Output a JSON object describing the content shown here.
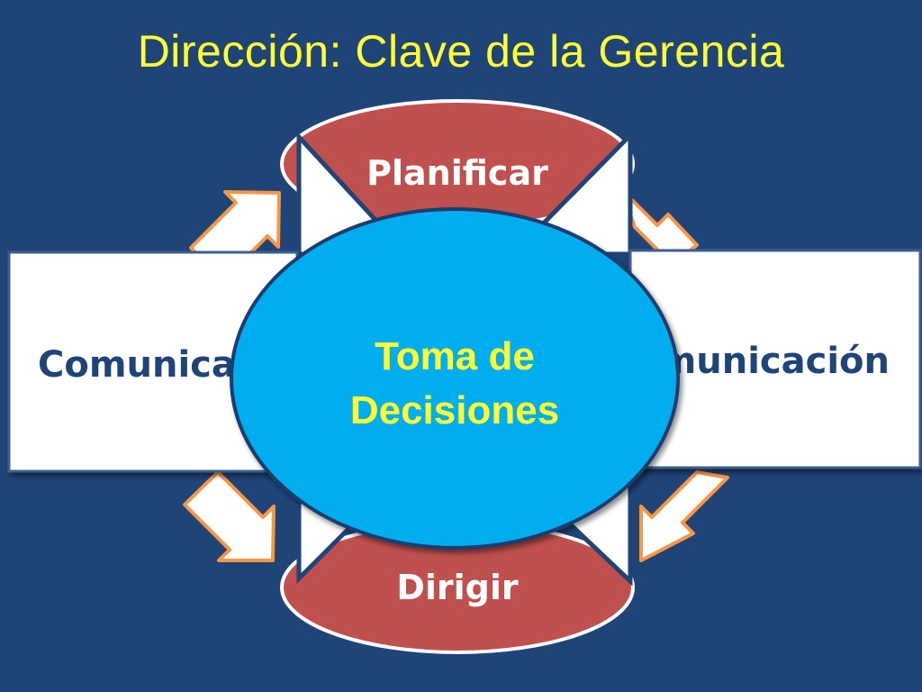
{
  "title": "Dirección: Clave de la Gerencia",
  "nodes": {
    "top": "Planificar",
    "bottom": "Dirigir",
    "center_line1": "Toma de",
    "center_line2": "Decisiones",
    "left": "Comunicación",
    "right": "Comunicación"
  },
  "colors": {
    "background": "#1f4478",
    "title": "#ffff33",
    "red_ellipse": "#c0504d",
    "center_ellipse": "#00aeef",
    "center_text": "#ffff33",
    "box_text": "#1f4478",
    "arrow_outline": "#f79646"
  }
}
